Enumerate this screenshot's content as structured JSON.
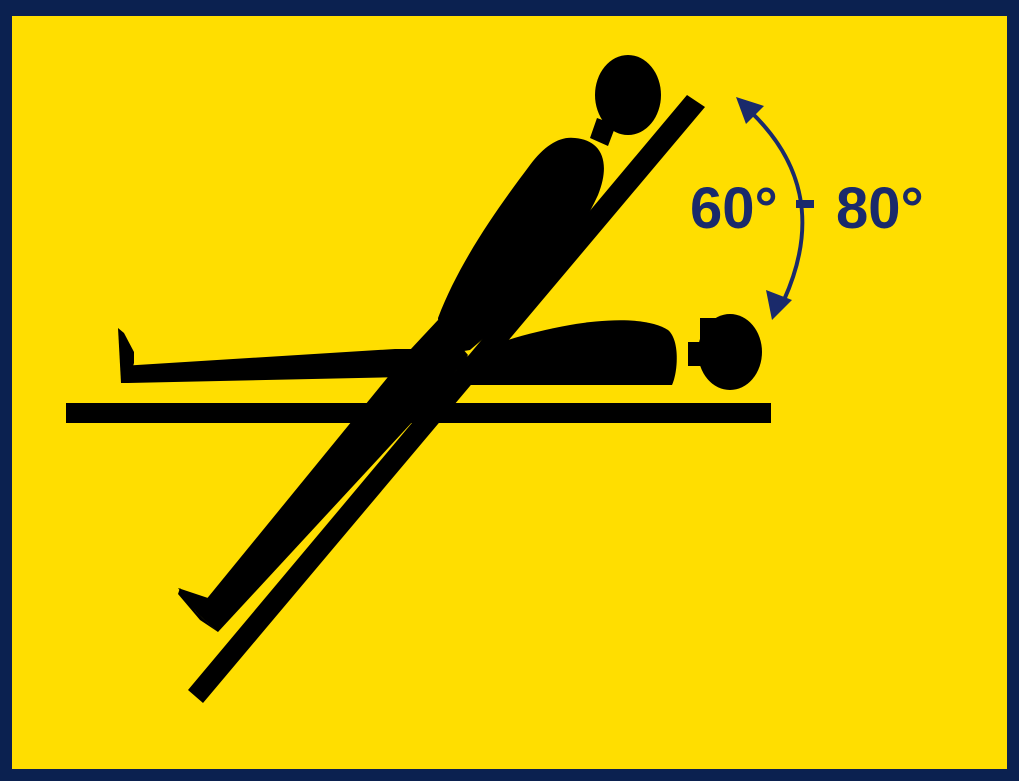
{
  "diagram": {
    "angle_label": "60° - 80°",
    "angle_min": "60°",
    "angle_max": "80°",
    "colors": {
      "frame": "#0b2150",
      "background": "#ffde00",
      "silhouette": "#000000",
      "arrow": "#1a2a6b"
    },
    "icons": [
      "tilt-table-icon",
      "supine-patient-icon",
      "tilted-patient-icon",
      "angle-arrow-icon"
    ]
  }
}
